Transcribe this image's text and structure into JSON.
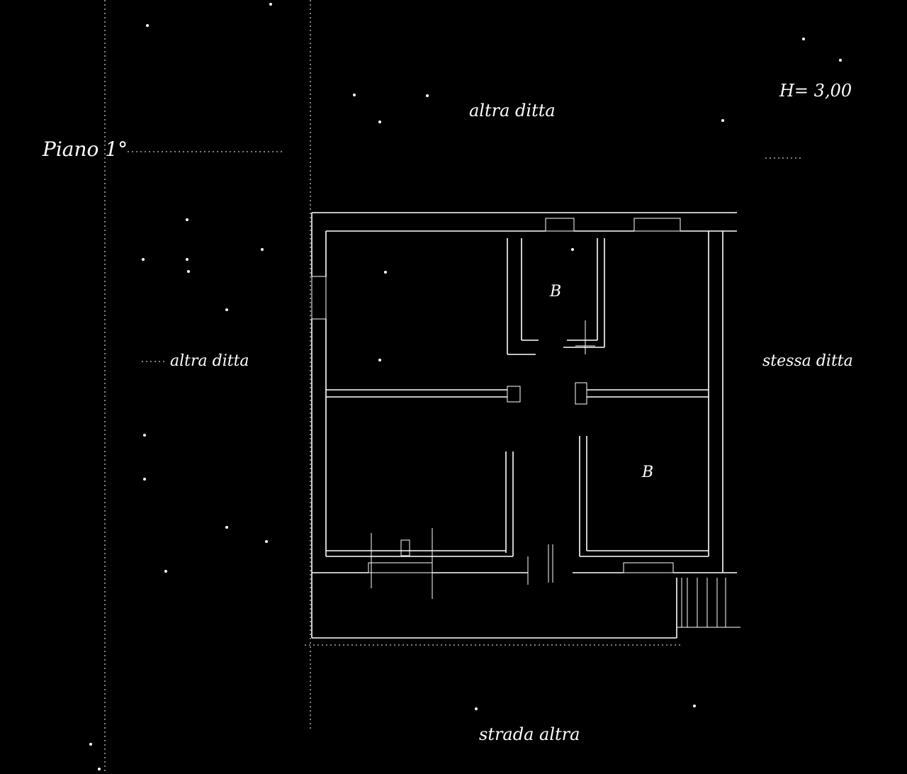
{
  "plan": {
    "floor_label": "Piano 1°",
    "height_label": "H= 3,00",
    "side_top": "altra ditta",
    "side_left": "altra ditta",
    "side_right": "stessa ditta",
    "side_bottom": "strada altra",
    "room_upper_middle": "B",
    "room_lower_right": "B"
  },
  "colors": {
    "background": "#000000",
    "lines": "#ffffff"
  }
}
